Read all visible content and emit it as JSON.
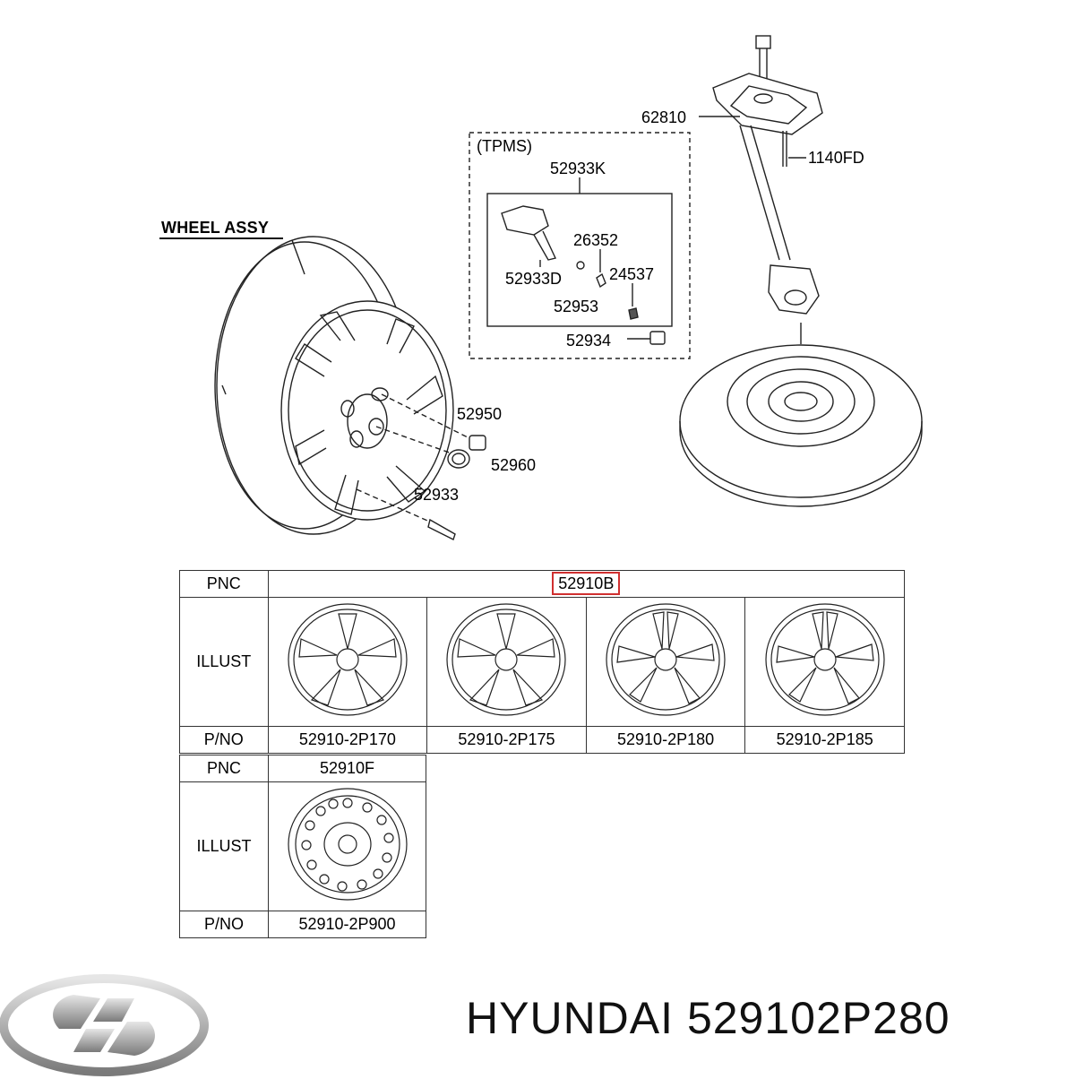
{
  "diagram": {
    "assembly_title": "WHEEL ASSY",
    "tpms_group_label": "(TPMS)",
    "callouts": {
      "p62810": "62810",
      "p1140FD": "1140FD",
      "p52933K": "52933K",
      "p26352": "26352",
      "p52933D": "52933D",
      "p24537": "24537",
      "p52953": "52953",
      "p52934": "52934",
      "p52950": "52950",
      "p52960": "52960",
      "p52933": "52933"
    }
  },
  "table1": {
    "pnc_header": "PNC",
    "pnc_value": "52910B",
    "illust_header": "ILLUST",
    "pno_header": "P/NO",
    "part_numbers": [
      "52910-2P170",
      "52910-2P175",
      "52910-2P180",
      "52910-2P185"
    ]
  },
  "table2": {
    "pnc_header": "PNC",
    "pnc_value": "52910F",
    "illust_header": "ILLUST",
    "pno_header": "P/NO",
    "part_numbers": [
      "52910-2P900"
    ]
  },
  "footer": {
    "brand": "HYUNDAI",
    "part_number": "529102P280",
    "logo_icon": "hyundai-logo-icon"
  }
}
